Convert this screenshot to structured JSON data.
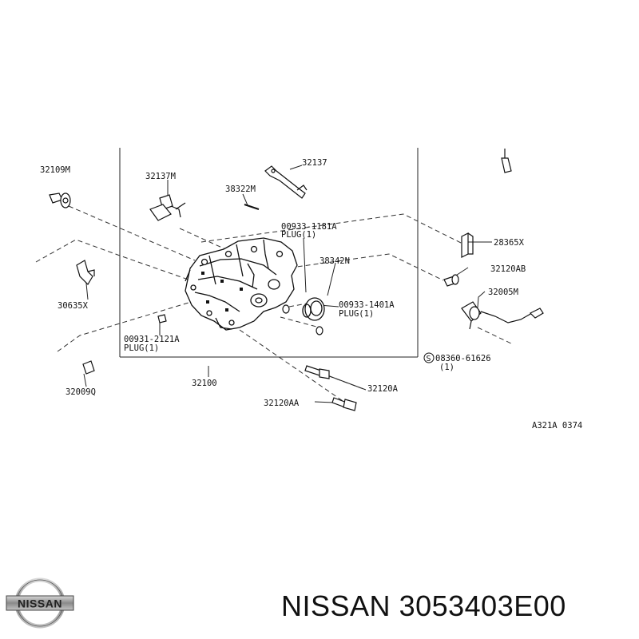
{
  "parts": {
    "p32109M": "32109M",
    "p32137M": "32137M",
    "p32137": "32137",
    "p38322M": "38322M",
    "p00933_1181A": "00933-1181A",
    "plug1_a": "PLUG(1)",
    "p28365X": "28365X",
    "p38342N": "38342N",
    "p32120AB": "32120AB",
    "p30635X": "30635X",
    "p32005M": "32005M",
    "p00933_1401A": "00933-1401A",
    "plug1_b": "PLUG(1)",
    "p00931_2121A": "00931-2121A",
    "plug1_c": "PLUG(1)",
    "p08360_61626": "08360-61626",
    "qty_1": "(1)",
    "s_mark": "S",
    "p32009Q": "32009Q",
    "p32100": "32100",
    "p32120A": "32120A",
    "p32120AA": "32120AA",
    "ref_code": "A321A 0374"
  },
  "logo": {
    "text": "NISSAN"
  },
  "caption": {
    "brand": "NISSAN",
    "part_number": "3053403E00"
  }
}
